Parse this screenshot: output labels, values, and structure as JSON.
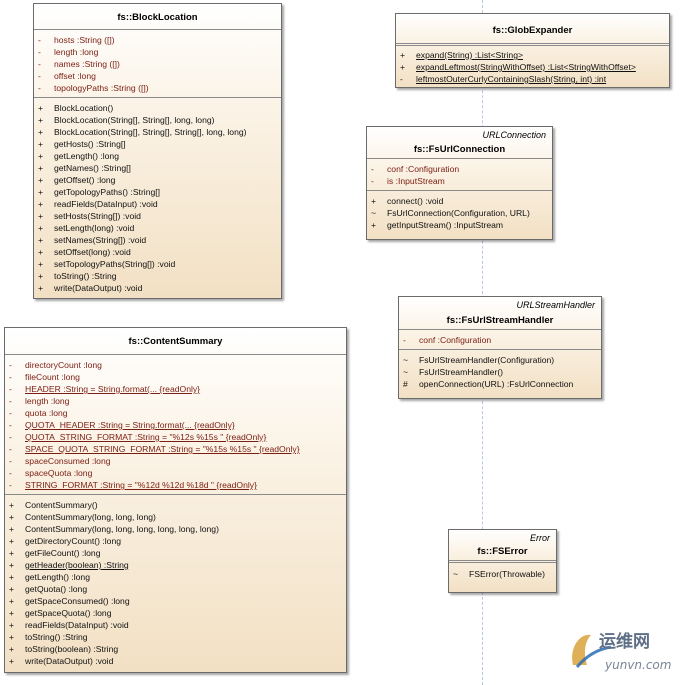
{
  "classes": {
    "block_location": {
      "title": "fs::BlockLocation",
      "attributes": [
        {
          "vis": "-",
          "text": "hosts  :String ([])"
        },
        {
          "vis": "-",
          "text": "length  :long"
        },
        {
          "vis": "-",
          "text": "names  :String ([])"
        },
        {
          "vis": "-",
          "text": "offset  :long"
        },
        {
          "vis": "-",
          "text": "topologyPaths  :String ([])"
        }
      ],
      "operations": [
        {
          "vis": "+",
          "text": "BlockLocation()"
        },
        {
          "vis": "+",
          "text": "BlockLocation(String[], String[], long, long)"
        },
        {
          "vis": "+",
          "text": "BlockLocation(String[], String[], String[], long, long)"
        },
        {
          "vis": "+",
          "text": "getHosts()  :String[]"
        },
        {
          "vis": "+",
          "text": "getLength()  :long"
        },
        {
          "vis": "+",
          "text": "getNames()  :String[]"
        },
        {
          "vis": "+",
          "text": "getOffset()  :long"
        },
        {
          "vis": "+",
          "text": "getTopologyPaths()  :String[]"
        },
        {
          "vis": "+",
          "text": "readFields(DataInput)  :void"
        },
        {
          "vis": "+",
          "text": "setHosts(String[])  :void"
        },
        {
          "vis": "+",
          "text": "setLength(long)  :void"
        },
        {
          "vis": "+",
          "text": "setNames(String[])  :void"
        },
        {
          "vis": "+",
          "text": "setOffset(long)  :void"
        },
        {
          "vis": "+",
          "text": "setTopologyPaths(String[])  :void"
        },
        {
          "vis": "+",
          "text": "toString()  :String"
        },
        {
          "vis": "+",
          "text": "write(DataOutput)  :void"
        }
      ]
    },
    "glob_expander": {
      "title": "fs::GlobExpander",
      "operations": [
        {
          "vis": "+",
          "text": "expand(String)  :List<String>"
        },
        {
          "vis": "+",
          "text": "expandLeftmost(StringWithOffset)  :List<StringWithOffset>"
        },
        {
          "vis": "-",
          "text": "leftmostOuterCurlyContainingSlash(String, int)  :int"
        }
      ]
    },
    "fs_url_connection": {
      "stereotype": "URLConnection",
      "title": "fs::FsUrlConnection",
      "attributes": [
        {
          "vis": "-",
          "text": "conf  :Configuration"
        },
        {
          "vis": "-",
          "text": "is  :InputStream"
        }
      ],
      "operations": [
        {
          "vis": "+",
          "text": "connect()  :void"
        },
        {
          "vis": "~",
          "text": "FsUrlConnection(Configuration, URL)"
        },
        {
          "vis": "+",
          "text": "getInputStream()  :InputStream"
        }
      ]
    },
    "fs_url_stream_handler": {
      "stereotype": "URLStreamHandler",
      "title": "fs::FsUrlStreamHandler",
      "attributes": [
        {
          "vis": "-",
          "text": "conf  :Configuration"
        }
      ],
      "operations": [
        {
          "vis": "~",
          "text": "FsUrlStreamHandler(Configuration)"
        },
        {
          "vis": "~",
          "text": "FsUrlStreamHandler()"
        },
        {
          "vis": "#",
          "text": "openConnection(URL)  :FsUrlConnection"
        }
      ]
    },
    "content_summary": {
      "title": "fs::ContentSummary",
      "attributes": [
        {
          "vis": "-",
          "text": "directoryCount  :long"
        },
        {
          "vis": "-",
          "text": "fileCount  :long"
        },
        {
          "vis": "-",
          "text": "HEADER  :String = String.format(... {readOnly}"
        },
        {
          "vis": "-",
          "text": "length  :long"
        },
        {
          "vis": "-",
          "text": "quota  :long"
        },
        {
          "vis": "-",
          "text": "QUOTA_HEADER  :String = String.format(... {readOnly}"
        },
        {
          "vis": "-",
          "text": "QUOTA_STRING_FORMAT  :String = \"%12s %15s \" {readOnly}"
        },
        {
          "vis": "-",
          "text": "SPACE_QUOTA_STRING_FORMAT  :String = \"%15s %15s \" {readOnly}"
        },
        {
          "vis": "-",
          "text": "spaceConsumed  :long"
        },
        {
          "vis": "-",
          "text": "spaceQuota  :long"
        },
        {
          "vis": "-",
          "text": "STRING_FORMAT  :String = \"%12d %12d %18d \" {readOnly}"
        }
      ],
      "operations": [
        {
          "vis": "+",
          "text": "ContentSummary()"
        },
        {
          "vis": "+",
          "text": "ContentSummary(long, long, long)"
        },
        {
          "vis": "+",
          "text": "ContentSummary(long, long, long, long, long, long)"
        },
        {
          "vis": "+",
          "text": "getDirectoryCount()  :long"
        },
        {
          "vis": "+",
          "text": "getFileCount()  :long"
        },
        {
          "vis": "+",
          "text": "getHeader(boolean)  :String"
        },
        {
          "vis": "+",
          "text": "getLength()  :long"
        },
        {
          "vis": "+",
          "text": "getQuota()  :long"
        },
        {
          "vis": "+",
          "text": "getSpaceConsumed()  :long"
        },
        {
          "vis": "+",
          "text": "getSpaceQuota()  :long"
        },
        {
          "vis": "+",
          "text": "readFields(DataInput)  :void"
        },
        {
          "vis": "+",
          "text": "toString()  :String"
        },
        {
          "vis": "+",
          "text": "toString(boolean)  :String"
        },
        {
          "vis": "+",
          "text": "write(DataOutput)  :void"
        }
      ]
    },
    "fs_error": {
      "stereotype": "Error",
      "title": "fs::FSError",
      "operations": [
        {
          "vis": "~",
          "text": "FSError(Throwable)"
        }
      ]
    }
  },
  "watermark": {
    "brand": "运维网",
    "domain": "yunvn.com"
  },
  "colors": {
    "attribute_text": "#7a1d12",
    "operation_text": "#111111",
    "box_fill_top": "#ffffff",
    "box_fill_bottom": "#f2e0c4",
    "guide_line": "#b9c7e6"
  }
}
